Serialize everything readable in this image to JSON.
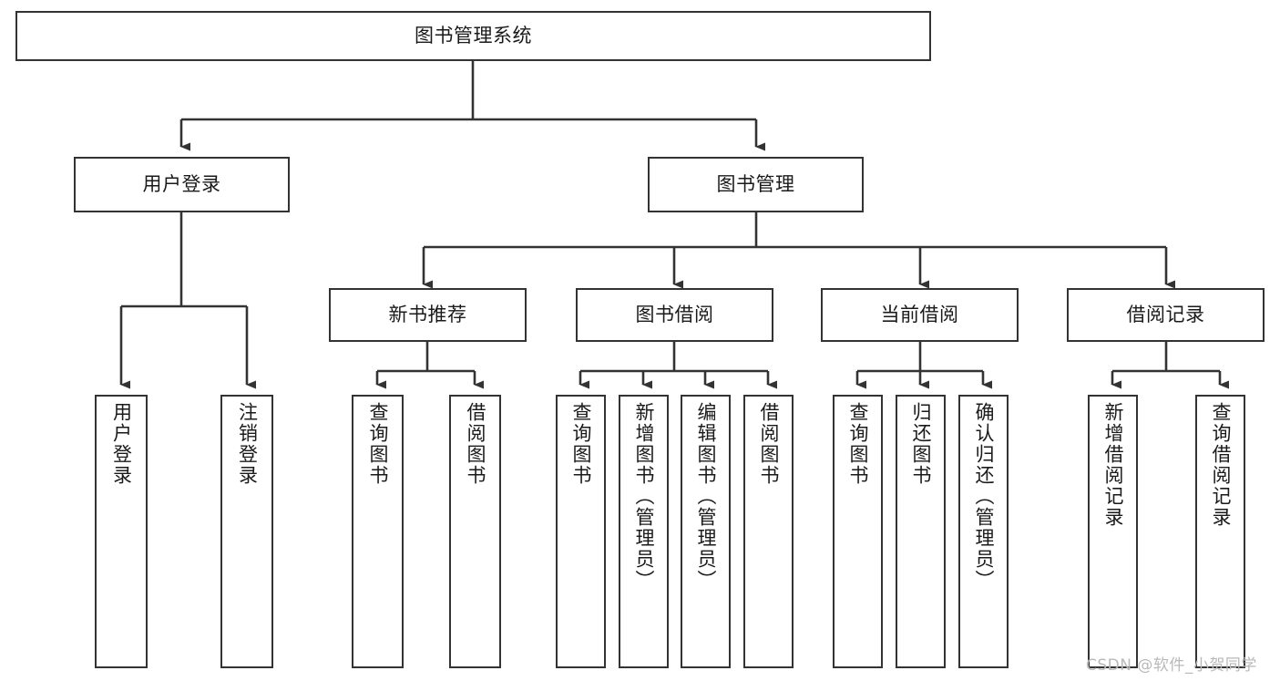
{
  "diagram": {
    "title": "图书管理系统",
    "type": "tree-hierarchy-diagram",
    "background_color": "#ffffff",
    "line_color": "#333333",
    "text_color": "#1a1a1a",
    "nodes": {
      "root": {
        "label": "图书管理系统"
      },
      "level2": [
        {
          "label": "用户登录"
        },
        {
          "label": "图书管理"
        }
      ],
      "level3": [
        {
          "label": "新书推荐"
        },
        {
          "label": "图书借阅"
        },
        {
          "label": "当前借阅"
        },
        {
          "label": "借阅记录"
        }
      ],
      "leaves": {
        "user_login": [
          {
            "label": "用户登录"
          },
          {
            "label": "注销登录"
          }
        ],
        "new_book_recommend": [
          {
            "label": "查询图书"
          },
          {
            "label": "借阅图书"
          }
        ],
        "book_borrow": [
          {
            "label": "查询图书"
          },
          {
            "label": "新增图书（管理员）"
          },
          {
            "label": "编辑图书（管理员）"
          },
          {
            "label": "借阅图书"
          }
        ],
        "current_borrow": [
          {
            "label": "查询图书"
          },
          {
            "label": "归还图书"
          },
          {
            "label": "确认归还（管理员）"
          }
        ],
        "borrow_record": [
          {
            "label": "新增借阅记录"
          },
          {
            "label": "查询借阅记录"
          }
        ]
      }
    }
  },
  "watermark": {
    "text": "CSDN @软件_小贺同学"
  }
}
